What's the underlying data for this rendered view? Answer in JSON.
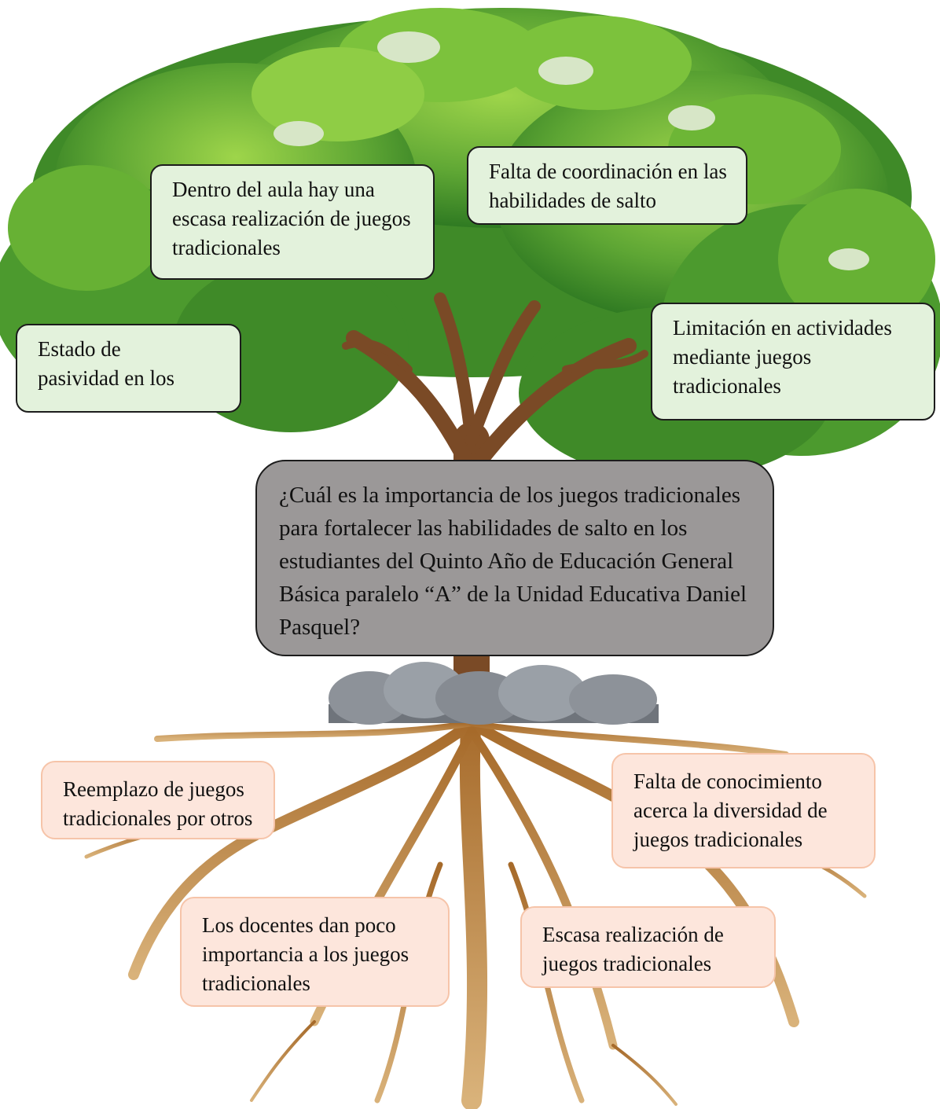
{
  "diagram": {
    "type": "problem-tree",
    "colors": {
      "effect_box": "#e3f2dc",
      "question_box": "#9b9898",
      "cause_box": "#fde6dc",
      "cause_border": "#f6c4a9",
      "foliage": "#4f9a2c",
      "trunk": "#7a4a26",
      "roots": "#c79a58",
      "stones": "#8d9299"
    },
    "effects": [
      {
        "id": "effect-aula",
        "text": "Dentro del aula hay una escasa realización  de juegos tradicionales"
      },
      {
        "id": "effect-coordinacion",
        "text": "Falta de coordinación en las habilidades de salto"
      },
      {
        "id": "effect-pasividad",
        "text": "Estado de pasividad en los"
      },
      {
        "id": "effect-limitacion",
        "text": "Limitación en actividades mediante juegos tradicionales"
      }
    ],
    "central_question": "¿Cuál es la importancia de los juegos tradicionales para fortalecer las habilidades de salto en los estudiantes del Quinto Año de Educación General Básica paralelo “A” de la Unidad Educativa Daniel Pasquel?",
    "causes": [
      {
        "id": "cause-reemplazo",
        "text": "Reemplazo de juegos tradicionales por otros"
      },
      {
        "id": "cause-conocimiento",
        "text": "Falta de conocimiento acerca la diversidad de juegos tradicionales"
      },
      {
        "id": "cause-docentes",
        "text": "Los docentes dan poco importancia a los juegos tradicionales"
      },
      {
        "id": "cause-escasa",
        "text": "Escasa realización de juegos tradicionales"
      }
    ]
  }
}
